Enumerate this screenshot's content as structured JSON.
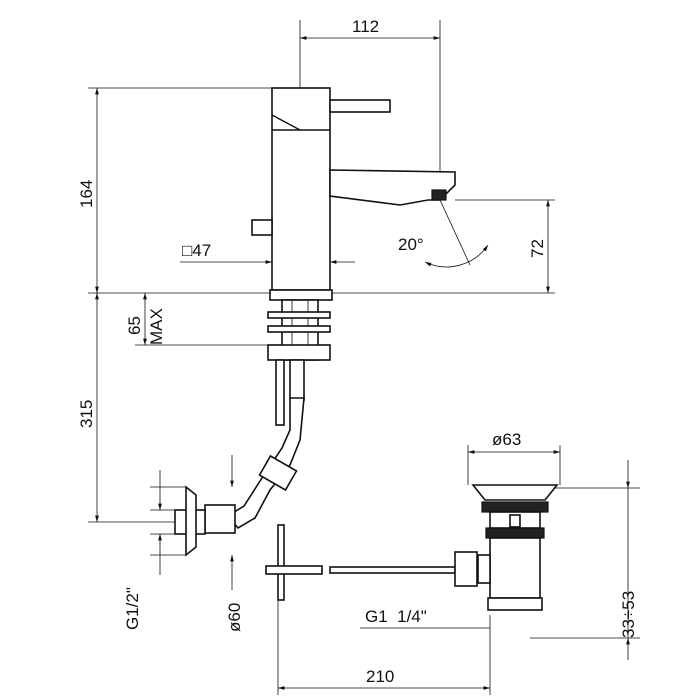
{
  "drawing": {
    "dimensions": {
      "spout_reach": "112",
      "height_total": "164",
      "body_square": "□47",
      "spout_angle": "20°",
      "spout_height": "72",
      "deck_thickness_max": "65",
      "deck_max_label": "MAX",
      "supply_length": "315",
      "waste_diameter": "ø63",
      "supply_thread": "G1/2\"",
      "flange_diameter": "ø60",
      "waste_thread": "G1  1/4\"",
      "waste_adjust": "33÷53",
      "rod_length": "210"
    }
  }
}
